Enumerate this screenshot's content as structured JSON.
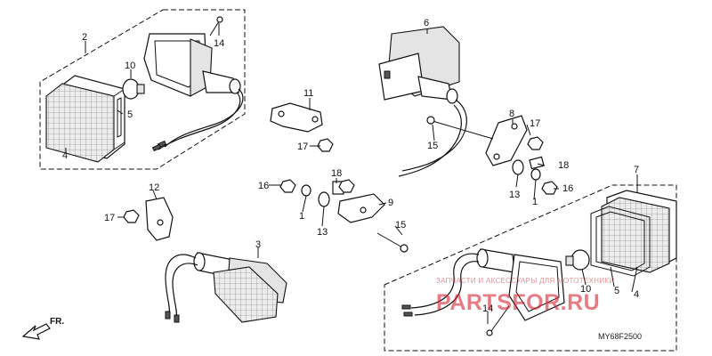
{
  "diagram": {
    "code": "MY68F2500",
    "direction_label": "FR.",
    "callouts": [
      {
        "id": "c2",
        "text": "2"
      },
      {
        "id": "c14a",
        "text": "14"
      },
      {
        "id": "c10a",
        "text": "10"
      },
      {
        "id": "c5a",
        "text": "5"
      },
      {
        "id": "c4a",
        "text": "4"
      },
      {
        "id": "c6",
        "text": "6"
      },
      {
        "id": "c11",
        "text": "11"
      },
      {
        "id": "c17a",
        "text": "17"
      },
      {
        "id": "c8",
        "text": "8"
      },
      {
        "id": "c17b",
        "text": "17"
      },
      {
        "id": "c15a",
        "text": "15"
      },
      {
        "id": "c18a",
        "text": "18"
      },
      {
        "id": "c13a",
        "text": "13"
      },
      {
        "id": "c1a",
        "text": "1"
      },
      {
        "id": "c16a",
        "text": "16"
      },
      {
        "id": "c7",
        "text": "7"
      },
      {
        "id": "c16b",
        "text": "16"
      },
      {
        "id": "c18b",
        "text": "18"
      },
      {
        "id": "c9",
        "text": "9"
      },
      {
        "id": "c1b",
        "text": "1"
      },
      {
        "id": "c13b",
        "text": "13"
      },
      {
        "id": "c15b",
        "text": "15"
      },
      {
        "id": "c12",
        "text": "12"
      },
      {
        "id": "c17c",
        "text": "17"
      },
      {
        "id": "c3",
        "text": "3"
      },
      {
        "id": "c5b",
        "text": "5"
      },
      {
        "id": "c4b",
        "text": "4"
      },
      {
        "id": "c10b",
        "text": "10"
      },
      {
        "id": "c14b",
        "text": "14"
      }
    ]
  },
  "watermark": {
    "line1": "ЗАПЧАСТИ И АКСЕССУАРЫ ДЛЯ МОТОТЕХНИКИ",
    "line2": "PARTSFOR.RU"
  }
}
